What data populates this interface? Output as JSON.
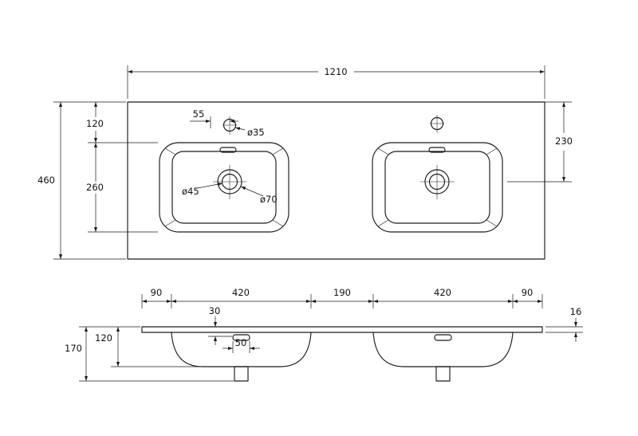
{
  "plan_view": {
    "overall_width": "1210",
    "overall_depth": "460",
    "top_edge_to_basin": "120",
    "basin_front_to_back": "260",
    "faucet_offset": "55",
    "faucet_hole_diameter": "ø35",
    "drain_diameter_inner": "ø45",
    "drain_diameter_outer": "ø70",
    "edge_to_drain_center": "230"
  },
  "front_view": {
    "left_margin": "90",
    "left_basin_width": "420",
    "center_gap": "190",
    "right_basin_width": "420",
    "right_margin": "90",
    "top_thickness": "16",
    "overflow_drop": "30",
    "overflow_width": "50",
    "basin_depth": "120",
    "overall_height": "170"
  }
}
